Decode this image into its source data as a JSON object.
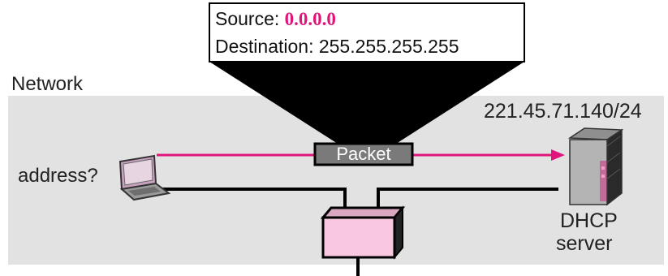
{
  "packet_header": {
    "source_label": "Source: ",
    "source_ip": "0.0.0.0",
    "destination_label": "Destination: 255.255.255.255"
  },
  "network": {
    "label": "Network",
    "server_ip": "221.45.71.140/24"
  },
  "packet": {
    "label": "Packet"
  },
  "client": {
    "label": "address?"
  },
  "server": {
    "label_line1": "DHCP",
    "label_line2": "server"
  },
  "colors": {
    "accent": "#e0157c",
    "network_bg": "#e2e2e2",
    "packet_fill": "#7a7a7a",
    "switch_fill": "#f7c8e0"
  }
}
